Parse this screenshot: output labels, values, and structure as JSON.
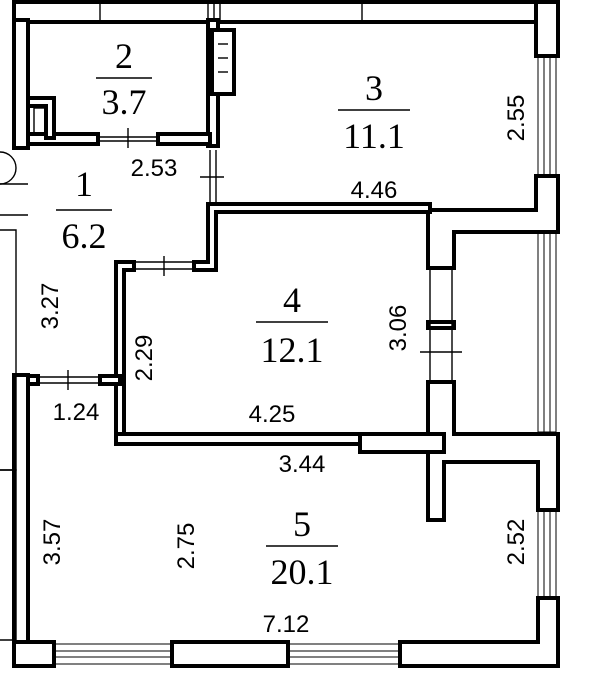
{
  "rooms": [
    {
      "number": "2",
      "area": "3.7"
    },
    {
      "number": "3",
      "area": "11.1"
    },
    {
      "number": "1",
      "area": "6.2"
    },
    {
      "number": "4",
      "area": "12.1"
    },
    {
      "number": "5",
      "area": "20.1"
    }
  ],
  "dimensions": {
    "d253": "2.53",
    "d446": "4.46",
    "d255": "2.55",
    "d327": "3.27",
    "d229": "2.29",
    "d306": "3.06",
    "d124": "1.24",
    "d425": "4.25",
    "d344": "3.44",
    "d357": "3.57",
    "d275": "2.75",
    "d252": "2.52",
    "d712": "7.12"
  }
}
